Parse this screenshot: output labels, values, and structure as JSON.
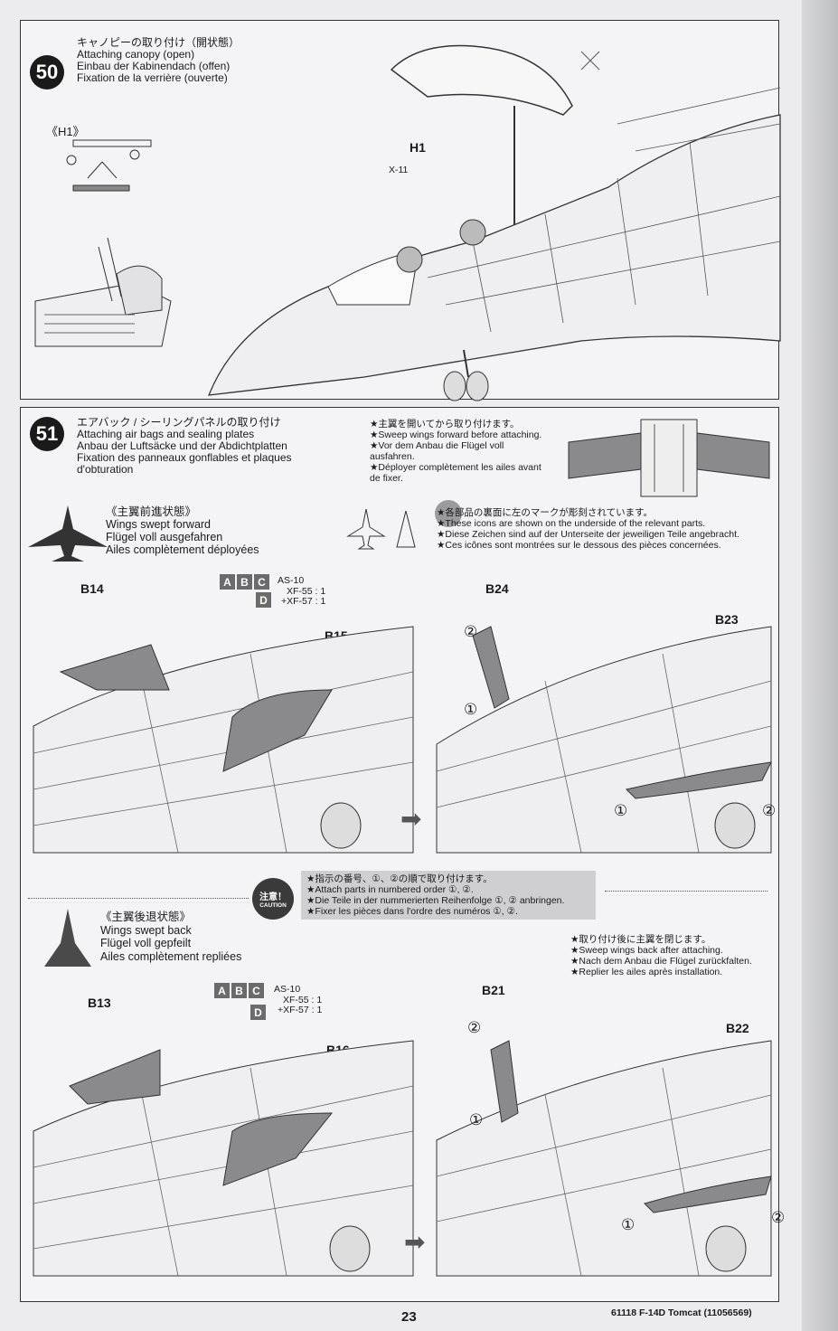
{
  "step50": {
    "number": "50",
    "title_jp": "キャノピーの取り付け（開状態）",
    "title_en": "Attaching canopy (open)",
    "title_de": "Einbau der Kabinendach (offen)",
    "title_fr": "Fixation de la verrière (ouverte)",
    "inset_label": "《H1》",
    "part_label": "H1",
    "part_code": "X-11"
  },
  "step51": {
    "number": "51",
    "title_jp": "エアバック / シーリングパネルの取り付け",
    "title_en": "Attaching air bags and sealing plates",
    "title_de": "Anbau der Luftsäcke und der Abdichtplatten",
    "title_fr1": "Fixation des panneaux gonflables et plaques",
    "title_fr2": "d'obturation",
    "note1": [
      "★主翼を開いてから取り付けます。",
      "★Sweep wings forward before attaching.",
      "★Vor dem Anbau die Flügel voll",
      "ausfahren.",
      "★Déployer complètement les ailes avant",
      "de fixer."
    ],
    "note2": [
      "★各部品の裏面に左のマークが彫刻されています。",
      "★These icons are shown on the underside of the relevant parts.",
      "★Diese Zeichen sind auf der Unterseite der jeweiligen Teile angebracht.",
      "★Ces icônes sont montrées sur le dessous des pièces concernées."
    ],
    "forward": {
      "jp": "《主翼前進状態》",
      "en": "Wings swept forward",
      "de": "Flügel voll ausgefahren",
      "fr": "Ailes complètement déployées",
      "left_part": "B14",
      "right_part": "B15",
      "part3": "B24",
      "part4": "B23"
    },
    "back": {
      "jp": "《主翼後退状態》",
      "en": "Wings swept back",
      "de": "Flügel voll gepfeilt",
      "fr": "Ailes complètement repliées",
      "left_part": "B13",
      "right_part": "B16",
      "part3": "B21",
      "part4": "B22"
    },
    "paint": {
      "letters": [
        "A",
        "B",
        "C",
        "D"
      ],
      "code1": "AS-10",
      "code2": "XF-55 : 1",
      "code3": "+XF-57 : 1"
    },
    "caution": {
      "jp": "注意！",
      "en": "CAUTION",
      "lines": [
        "★指示の番号、①、②の順で取り付けます。",
        "★Attach parts in numbered order ①, ②.",
        "★Die Teile in der nummerierten Reihenfolge ①, ② anbringen.",
        "★Fixer les pièces dans l'ordre des numéros ①, ②."
      ]
    },
    "note3": [
      "★取り付け後に主翼を閉じます。",
      "★Sweep wings back after attaching.",
      "★Nach dem Anbau die Flügel zurückfalten.",
      "★Replier les ailes après installation."
    ],
    "order_marks": [
      "①",
      "②"
    ]
  },
  "footer": {
    "page": "23",
    "code": "61118 F-14D Tomcat (11056569)"
  },
  "colors": {
    "line": "#333333",
    "shade": "#7a7a7a",
    "paper": "#f4f4f6",
    "badge": "#1a1a1a"
  }
}
